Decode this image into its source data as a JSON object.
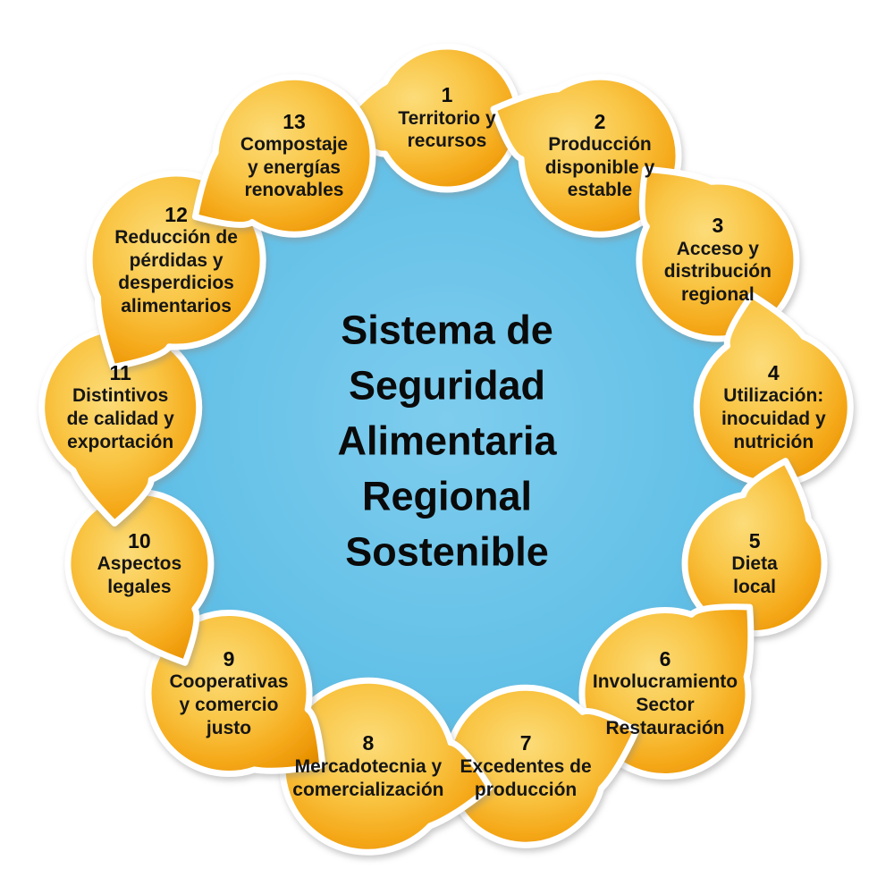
{
  "diagram": {
    "title": {
      "text": "Sistema de\nSeguridad\nAlimentaria\nRegional\nSostenible"
    },
    "petals": [
      {
        "number": "1",
        "label": "Territorio y\nrecursos"
      },
      {
        "number": "2",
        "label": "Producción\ndisponible y\nestable"
      },
      {
        "number": "3",
        "label": "Acceso y\ndistribución\nregional"
      },
      {
        "number": "4",
        "label": "Utilización:\ninocuidad y\nnutrición"
      },
      {
        "number": "5",
        "label": "Dieta\nlocal"
      },
      {
        "number": "6",
        "label": "Involucramiento\nSector\nRestauración"
      },
      {
        "number": "7",
        "label": "Excedentes de\nproducción"
      },
      {
        "number": "8",
        "label": "Mercadotecnia y\ncomercialización"
      },
      {
        "number": "9",
        "label": "Cooperativas\ny comercio\njusto"
      },
      {
        "number": "10",
        "label": "Aspectos\nlegales"
      },
      {
        "number": "11",
        "label": "Distintivos\nde calidad y\nexportación"
      },
      {
        "number": "12",
        "label": "Reducción de\npérdidas y\ndesperdicios\nalimentarios"
      },
      {
        "number": "13",
        "label": "Compostaje\ny energías\nrenovables"
      }
    ],
    "colors": {
      "background": "#ffffff",
      "petal_border": "#ffffff",
      "gold_light": "#fcdc79",
      "gold_mid": "#f9c544",
      "gold_deep": "#f5a91a",
      "gold_rim": "#ec9706",
      "gold_dark": "#de8b00",
      "blue_center": "#7ecdee",
      "blue_mid": "#63c0e7",
      "blue_edge": "#46aedb",
      "text": "#161616"
    }
  }
}
